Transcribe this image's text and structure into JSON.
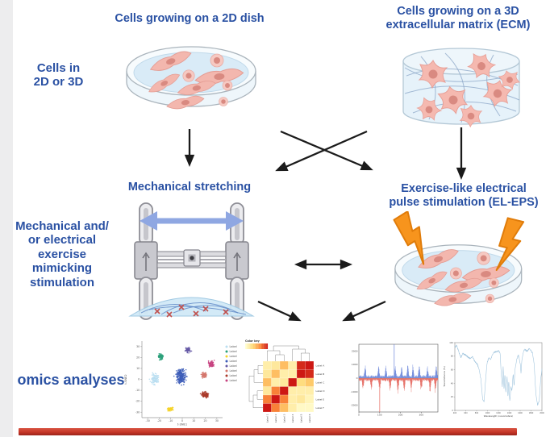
{
  "palette": {
    "heading_blue": "#2a51a3",
    "arrow_black": "#1b1b1b",
    "stretch_arrow_blue": "#8fa7e2",
    "bolt_orange": "#f7941d",
    "footer_red": "#c63627",
    "dish_media_blue": "#d9ebf7",
    "cell_pink": "#f3b7ae"
  },
  "sections": {
    "row1": {
      "side_label": "Cells in\n2D or 3D",
      "title_2d": "Cells growing on a 2D dish",
      "title_3d": "Cells growing on a 3D\nextracellular matrix (ECM)"
    },
    "row2": {
      "side_label": "Mechanical and/\nor electrical\nexercise\nmimicking\nstimulation",
      "title_left": "Mechanical stretching",
      "title_right": "Exercise-like electrical\npulse stimulation (EL-EPS)"
    },
    "row3": {
      "side_label": "omics analyses"
    }
  },
  "chart_data": [
    {
      "id": "tsne",
      "type": "scatter",
      "xlabel": "t-SNE1",
      "ylabel": "t-SNE2",
      "xticks": [
        -30,
        -20,
        -10,
        0,
        10,
        20,
        30
      ],
      "yticks": [
        30,
        20,
        10,
        0,
        -10,
        -20,
        -30
      ],
      "xlim": [
        -35,
        35
      ],
      "ylim": [
        -35,
        35
      ],
      "legend_label": "Label",
      "legend_position": "right",
      "clusters": [
        {
          "color": "#b9def1",
          "cx": -24,
          "cy": 0,
          "rx": 5.5,
          "ry": 8,
          "n": 100
        },
        {
          "color": "#2aa07a",
          "cx": -19,
          "cy": 21,
          "rx": 4.5,
          "ry": 4.5,
          "n": 65
        },
        {
          "color": "#f5d327",
          "cx": -10,
          "cy": -27,
          "rx": 4.5,
          "ry": 3.5,
          "n": 55
        },
        {
          "color": "#3c5cb8",
          "cx": -1,
          "cy": 3,
          "rx": 7,
          "ry": 12,
          "n": 210
        },
        {
          "color": "#6458a5",
          "cx": 5,
          "cy": 27,
          "rx": 4,
          "ry": 3.5,
          "n": 50
        },
        {
          "color": "#d4766b",
          "cx": 19,
          "cy": 4,
          "rx": 3.5,
          "ry": 4.5,
          "n": 55
        },
        {
          "color": "#aa3a2a",
          "cx": 20,
          "cy": -14,
          "rx": 5.5,
          "ry": 4.5,
          "n": 80
        },
        {
          "color": "#c6417f",
          "cx": 25,
          "cy": 14,
          "rx": 4,
          "ry": 5.5,
          "n": 70
        }
      ]
    },
    {
      "id": "heatmap",
      "type": "heatmap",
      "color_key_label": "Color key",
      "row_labels": [
        "Label A",
        "Label B",
        "Label C",
        "Label D",
        "Label E",
        "Label F"
      ],
      "col_labels": [
        "Label 1",
        "Label 2",
        "Label 3",
        "Label 4",
        "Label 5",
        "Label 6"
      ],
      "values": [
        [
          0.15,
          0.2,
          0.45,
          0.15,
          0.95,
          1.0
        ],
        [
          0.2,
          0.45,
          0.15,
          0.15,
          1.0,
          0.95
        ],
        [
          0.45,
          0.15,
          0.2,
          1.0,
          0.3,
          0.4
        ],
        [
          0.2,
          0.7,
          1.0,
          0.15,
          0.15,
          0.15
        ],
        [
          0.7,
          1.0,
          0.7,
          0.15,
          0.2,
          0.1
        ],
        [
          1.0,
          0.7,
          0.45,
          0.15,
          0.05,
          0.05
        ]
      ]
    },
    {
      "id": "eps_signal",
      "type": "line",
      "yticks": [
        2000,
        1000,
        0,
        -1000,
        -2000
      ],
      "xticks": [
        0,
        100,
        200,
        300
      ],
      "x_max": 380,
      "y_max": 2500,
      "up_color": "#5b79d6",
      "down_color": "#e2574c",
      "big_up": {
        "x": 170,
        "v": 2600
      },
      "big_down": {
        "x": 100,
        "v": 2600
      }
    },
    {
      "id": "spectrum",
      "type": "line",
      "ylabel": "Transmittance (%)",
      "xlabel": "Wavelength (nanometers)",
      "yticks": [
        100,
        80,
        60,
        40,
        20,
        0
      ],
      "xticks": [
        400,
        600,
        800,
        1000,
        1200,
        1400,
        1600,
        1800,
        2000
      ],
      "line_color": "#9cc2dc",
      "curve": [
        [
          0,
          93
        ],
        [
          0.02,
          96
        ],
        [
          0.05,
          85
        ],
        [
          0.07,
          78
        ],
        [
          0.09,
          84
        ],
        [
          0.12,
          82
        ],
        [
          0.15,
          79
        ],
        [
          0.18,
          76
        ],
        [
          0.2,
          80
        ],
        [
          0.23,
          72
        ],
        [
          0.26,
          68
        ],
        [
          0.28,
          60
        ],
        [
          0.3,
          45
        ],
        [
          0.32,
          16
        ],
        [
          0.335,
          12
        ],
        [
          0.35,
          40
        ],
        [
          0.37,
          70
        ],
        [
          0.39,
          78
        ],
        [
          0.41,
          75
        ],
        [
          0.43,
          82
        ],
        [
          0.45,
          86
        ],
        [
          0.48,
          87
        ],
        [
          0.5,
          88
        ],
        [
          0.52,
          85
        ],
        [
          0.53,
          60
        ],
        [
          0.545,
          35
        ],
        [
          0.555,
          65
        ],
        [
          0.565,
          30
        ],
        [
          0.575,
          55
        ],
        [
          0.585,
          25
        ],
        [
          0.6,
          50
        ],
        [
          0.61,
          20
        ],
        [
          0.62,
          45
        ],
        [
          0.63,
          12
        ],
        [
          0.645,
          35
        ],
        [
          0.655,
          28
        ],
        [
          0.67,
          55
        ],
        [
          0.68,
          35
        ],
        [
          0.69,
          60
        ],
        [
          0.71,
          75
        ],
        [
          0.73,
          82
        ],
        [
          0.75,
          70
        ],
        [
          0.76,
          55
        ],
        [
          0.77,
          75
        ],
        [
          0.79,
          88
        ],
        [
          0.81,
          90
        ],
        [
          0.83,
          87
        ],
        [
          0.85,
          91
        ],
        [
          0.87,
          89
        ],
        [
          0.89,
          85
        ],
        [
          0.91,
          70
        ],
        [
          0.93,
          25
        ],
        [
          0.95,
          8
        ],
        [
          0.97,
          15
        ],
        [
          0.985,
          45
        ],
        [
          1.0,
          62
        ]
      ]
    }
  ]
}
